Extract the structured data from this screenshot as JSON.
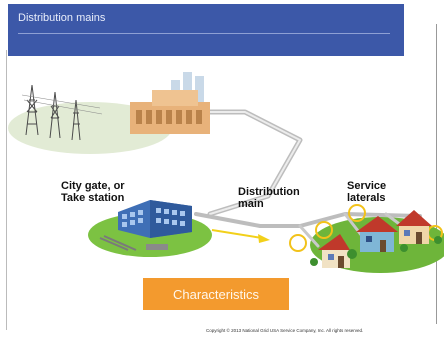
{
  "header": {
    "title": "Distribution mains"
  },
  "labels": {
    "city_gate": "City gate, or\nTake station",
    "distribution_main": "Distribution\nmain",
    "service_laterals": "Service\nlaterals"
  },
  "button": {
    "label": "Characteristics"
  },
  "footer": {
    "copyright": "Copyright © 2013 National Grid USA Service Company, Inc. All rights reserved."
  },
  "colors": {
    "header": "#3c58a8",
    "button": "#f39a2e",
    "pipe": "#c9c9c9",
    "flow_arrow": "#f2d01a",
    "ground": "#6eb53a"
  }
}
